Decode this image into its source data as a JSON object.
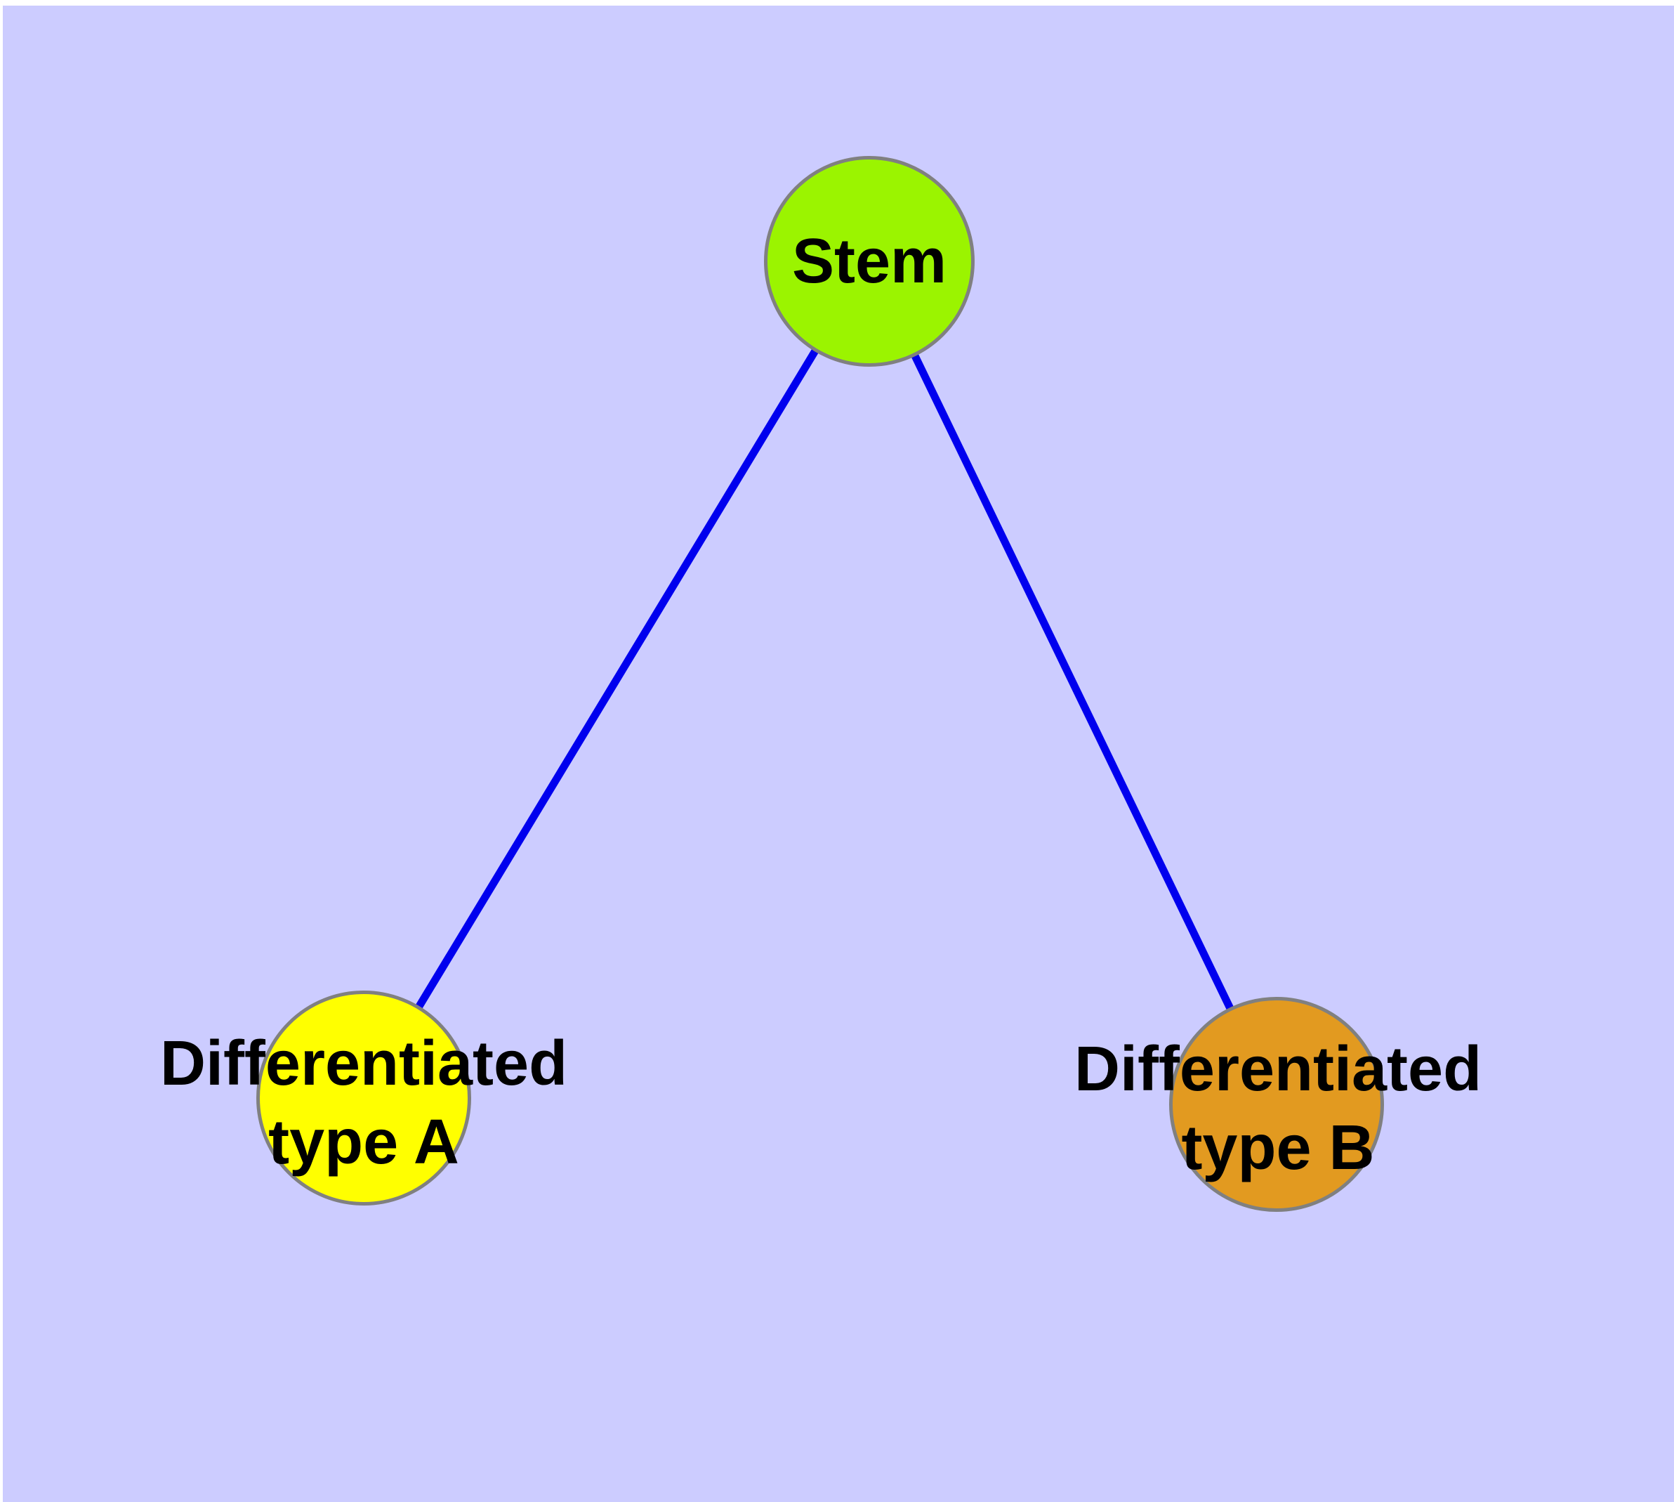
{
  "figure": {
    "description": "Stem cell differentiation graph diagram",
    "background_color": "#ccccff",
    "page_margin_color": "#ffffff",
    "edge_color": "#0000ee",
    "edge_width": "11",
    "node_border_color": "#808080",
    "label_color": "#000000"
  },
  "nodes": [
    {
      "id": "stem",
      "label": "Stem",
      "fill": "#9bf400"
    },
    {
      "id": "type-a",
      "label_lines": [
        "Differentiated",
        "type A"
      ],
      "fill": "#ffff00"
    },
    {
      "id": "type-b",
      "label_lines": [
        "Differentiated",
        "type B"
      ],
      "fill": "#e29a20"
    }
  ],
  "edges": [
    {
      "from": "stem",
      "to": "type-a"
    },
    {
      "from": "stem",
      "to": "type-b"
    }
  ]
}
